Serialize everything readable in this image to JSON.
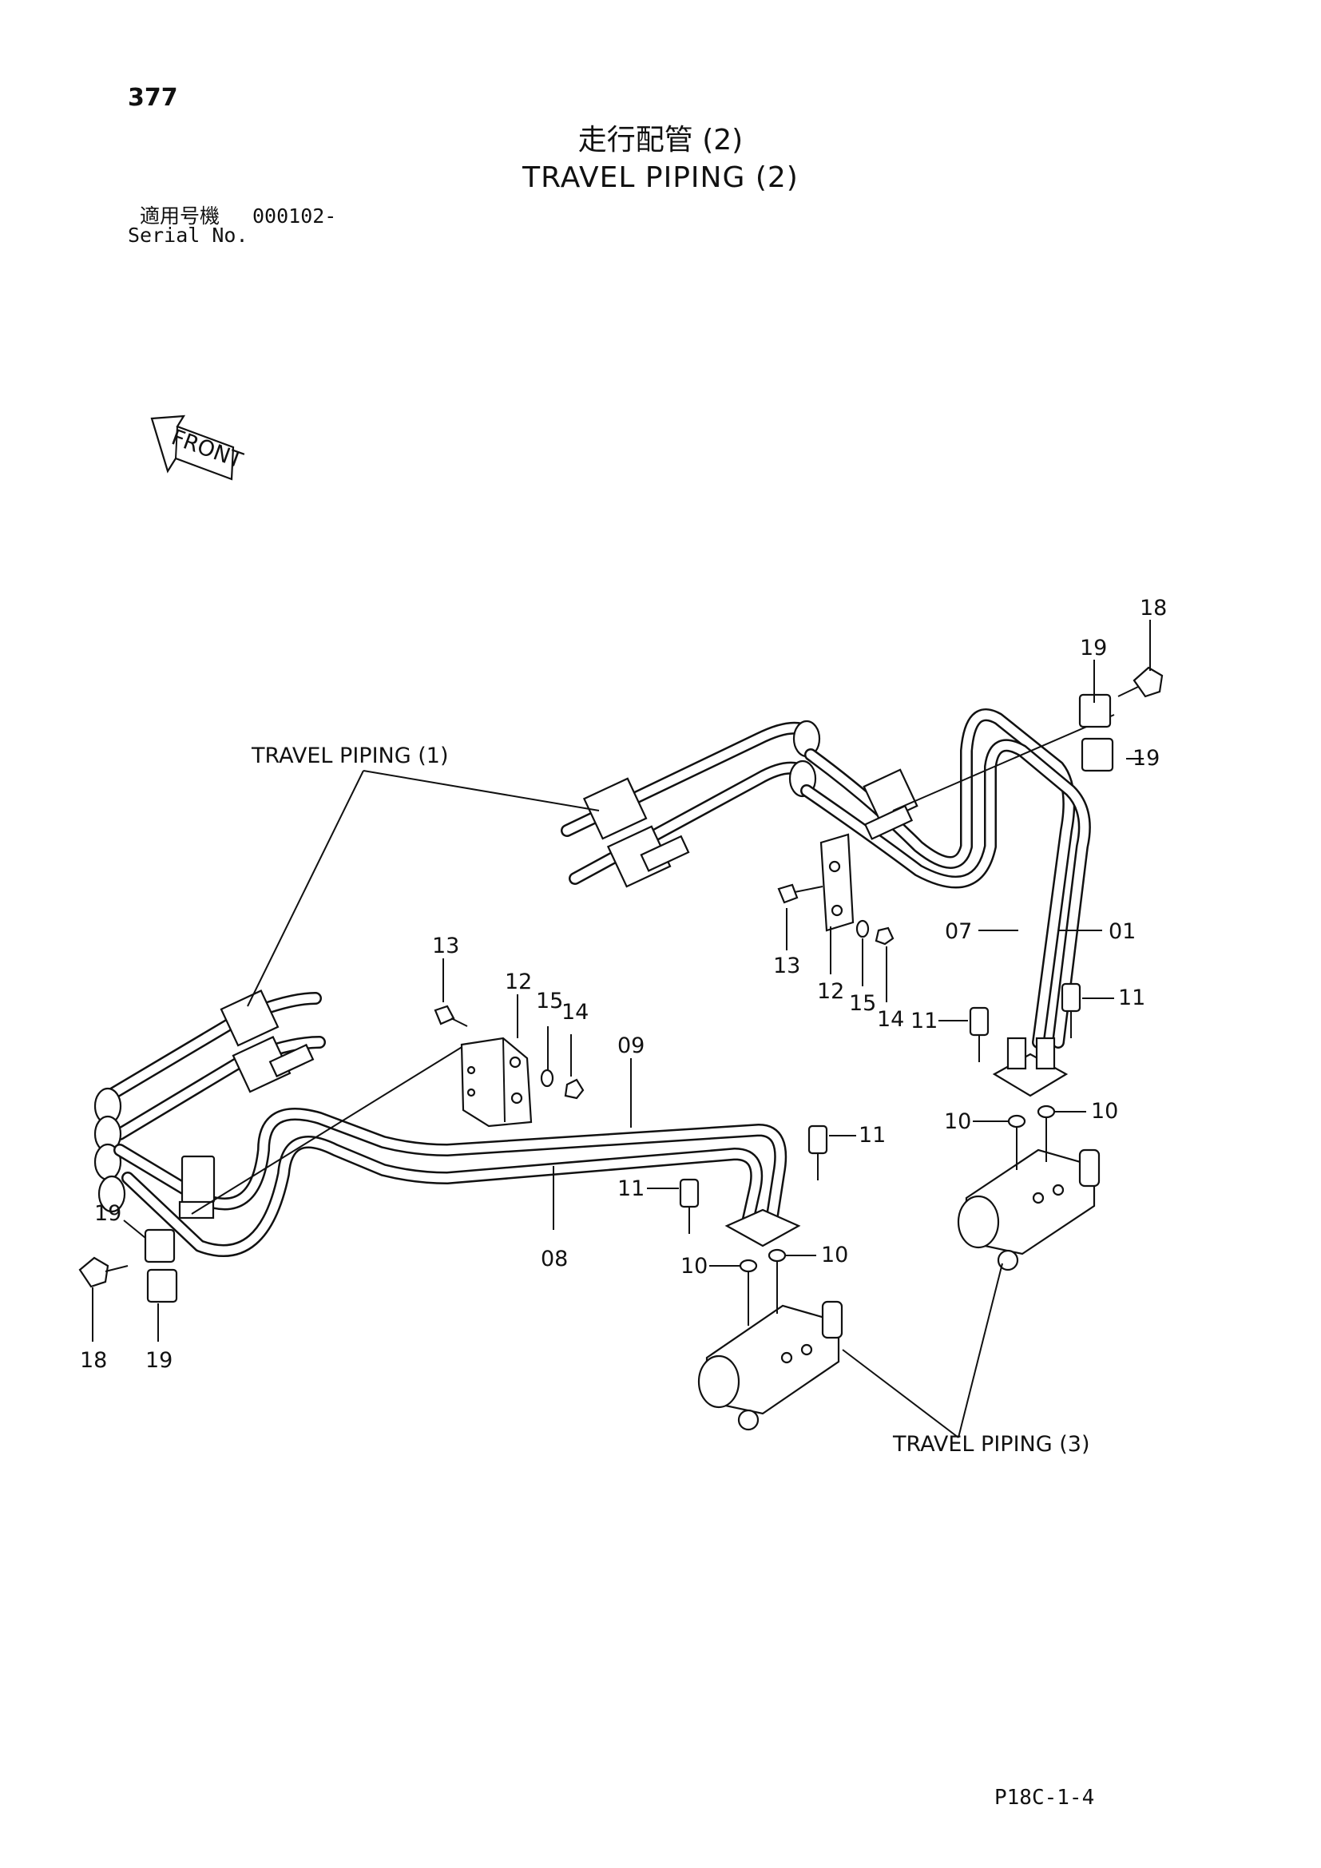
{
  "header": {
    "page_number": "377",
    "title_jp": "走行配管 (2)",
    "title_en": "TRAVEL PIPING (2)",
    "serial_label_jp": "適用号機",
    "serial_value": "000102-",
    "serial_label_en": "Serial No."
  },
  "orientation": {
    "front_label": "FRONT"
  },
  "references": {
    "travel_piping_1": "TRAVEL PIPING (1)",
    "travel_piping_3": "TRAVEL PIPING (3)"
  },
  "part_numbers": {
    "p01": "01",
    "p07": "07",
    "p08": "08",
    "p09": "09",
    "p10": "10",
    "p11": "11",
    "p12": "12",
    "p13": "13",
    "p14": "14",
    "p15": "15",
    "p18": "18",
    "p19": "19"
  },
  "footer": {
    "figure_code": "P18C-1-4"
  }
}
